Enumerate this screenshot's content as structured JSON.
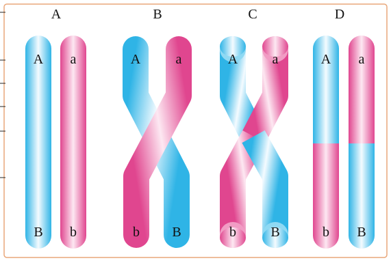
{
  "panels": [
    {
      "title": "A",
      "left": {
        "top": "A",
        "bottom": "B"
      },
      "right": {
        "top": "a",
        "bottom": "b"
      }
    },
    {
      "title": "B",
      "left": {
        "top": "A",
        "bottom": "b"
      },
      "right": {
        "top": "a",
        "bottom": "B"
      }
    },
    {
      "title": "C",
      "left": {
        "top": "A",
        "bottom": "b"
      },
      "right": {
        "top": "a",
        "bottom": "B"
      }
    },
    {
      "title": "D",
      "left": {
        "top": "A",
        "bottom": "b"
      },
      "right": {
        "top": "a",
        "bottom": "B"
      }
    }
  ],
  "colors": {
    "blue": "#4fc3e8",
    "pink": "#e8559a",
    "border": "#e9a77a",
    "text": "#111111"
  }
}
